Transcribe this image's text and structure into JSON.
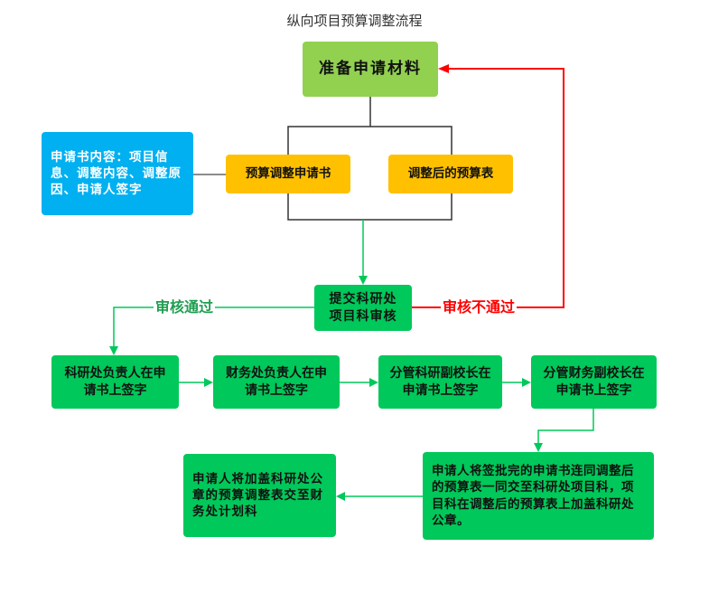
{
  "title": "纵向项目预算调整流程",
  "colors": {
    "start": "#92D050",
    "doc": "#FFC000",
    "note": "#00B0F0",
    "step": "#00C85A",
    "pass_line": "#00C85A",
    "fail_line": "#FF0000",
    "bracket_line": "#333333"
  },
  "nodes": {
    "start": "准备申请材料",
    "note": "申请书内容：项目信息、调整内容、调整原因、申请人签字",
    "doc_application": "预算调整申请书",
    "doc_budget": "调整后的预算表",
    "review": "提交科研处项目科审核",
    "step1": "科研处负责人在申请书上签字",
    "step2": "财务处负责人在申请书上签字",
    "step3": "分管科研副校长在申请书上签字",
    "step4": "分管财务副校长在申请书上签字",
    "step5": "申请人将签批完的申请书连同调整后的预算表一同交至科研处项目科，项目科在调整后的预算表上加盖科研处公章。",
    "step6": "申请人将加盖科研处公章的预算调整表交至财务处计划科"
  },
  "edges": {
    "pass_label": "审核通过",
    "fail_label": "审核不通过"
  }
}
